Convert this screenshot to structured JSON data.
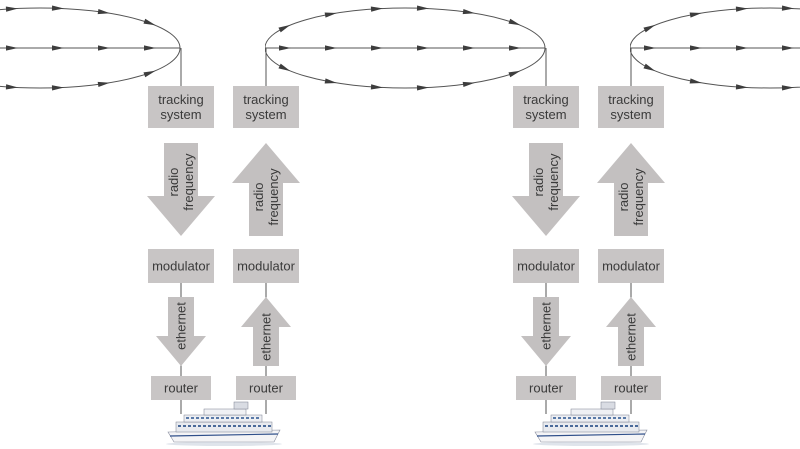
{
  "labels": {
    "tracking_system": [
      "tracking",
      "system"
    ],
    "radio_frequency": [
      "radio",
      "frequency"
    ],
    "modulator": "modulator",
    "ethernet": "ethernet",
    "router": "router"
  },
  "colors": {
    "box_fill": "#c8c5c5",
    "arrow_fill": "#c3c0c0",
    "text": "#3a3a3a",
    "beam_line": "#555555",
    "beam_arrow": "#3d3d3d"
  },
  "icons": {
    "ship": "cruise-ship-icon"
  },
  "groups": [
    {
      "id": "left",
      "downlink": "downlink",
      "uplink": "uplink"
    },
    {
      "id": "right",
      "downlink": "downlink",
      "uplink": "uplink"
    }
  ]
}
